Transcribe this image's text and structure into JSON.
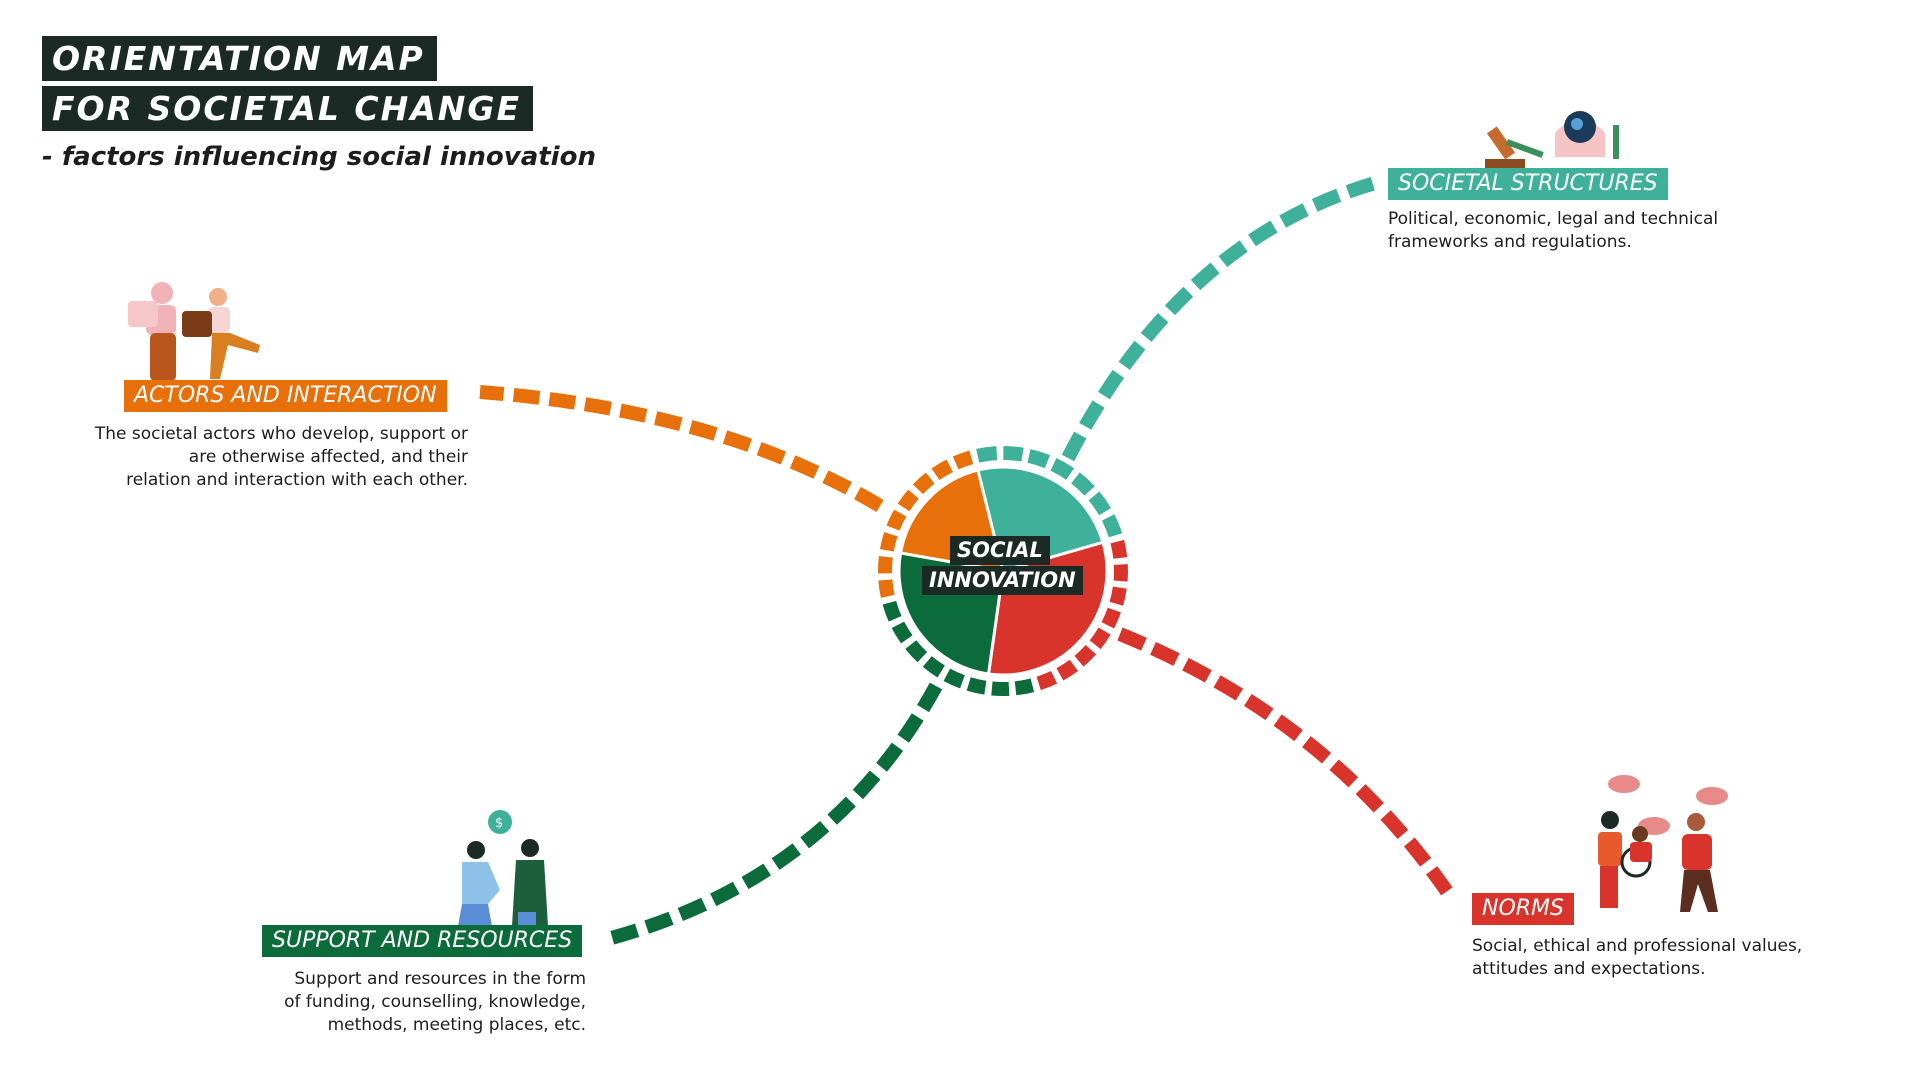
{
  "title": {
    "line1": "ORIENTATION MAP",
    "line2": "FOR SOCIETAL CHANGE",
    "subtitle": "- factors influencing social innovation"
  },
  "center": {
    "line1": "SOCIAL",
    "line2": "INNOVATION"
  },
  "categories": {
    "actors": {
      "label": "ACTORS AND INTERACTION",
      "desc1": "The societal actors who develop, support or",
      "desc2": "are otherwise affected, and their",
      "desc3": "relation and interaction with each other.",
      "color": "#e8700a",
      "icon": "puzzle-people-icon"
    },
    "structures": {
      "label": "SOCIETAL STRUCTURES",
      "desc1": "Political, economic, legal and technical",
      "desc2": "frameworks and regulations.",
      "color": "#3fb19b",
      "icon": "gavel-globe-icon"
    },
    "support": {
      "label": "SUPPORT AND RESOURCES",
      "desc1": "Support and resources in the form",
      "desc2": "of funding, counselling, knowledge,",
      "desc3": "methods, meeting places, etc.",
      "color": "#0b6b3a",
      "icon": "handshake-funding-icon"
    },
    "norms": {
      "label": "NORMS",
      "desc1": "Social, ethical and professional values,",
      "desc2": "attitudes and expectations.",
      "color": "#d9342b",
      "icon": "conversation-people-icon"
    }
  },
  "colors": {
    "dark": "#1c2a26"
  }
}
